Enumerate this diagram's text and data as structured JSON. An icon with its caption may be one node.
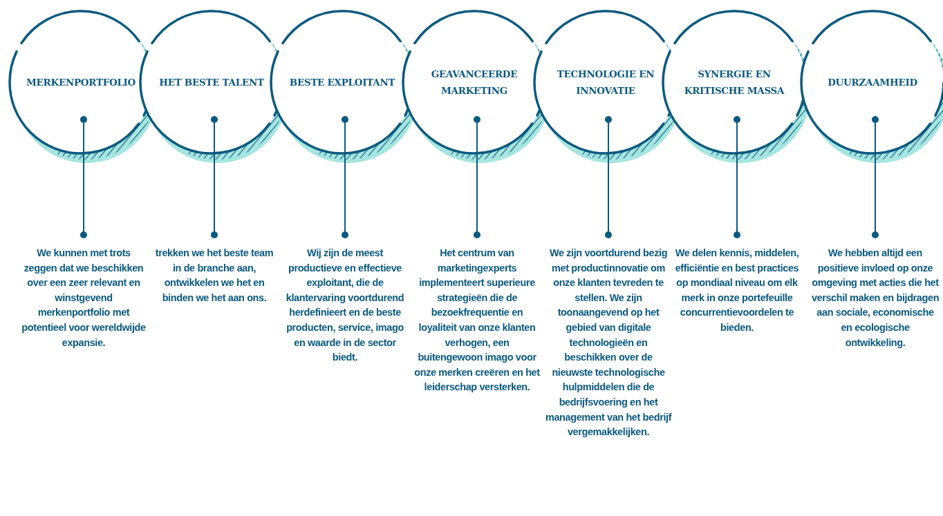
{
  "diagram": {
    "nodes": [
      {
        "text": [
          "MERKENPORTFOLIO"
        ]
      },
      {
        "text": [
          "HET BESTE TALENT"
        ]
      },
      {
        "text": [
          "BESTE EXPLOITANT"
        ]
      },
      {
        "text": [
          "GEAVANCEERDE MARKETING"
        ]
      },
      {
        "text": [
          "TECHNOLOGIE EN INNOVATIE"
        ]
      },
      {
        "text": [
          "SYNERGIE EN KRITISCHE MASSA"
        ]
      },
      {
        "text": [
          "DUURZAAMHEID"
        ]
      },
      {
        "text": [
          "We kunnen met trots zeggen dat we beschikken over een zeer relevant en winstgevend merkenportfolio met potentieel voor wereldwijde expansie."
        ]
      },
      {
        "text": [
          "trekken we het beste team in de branche aan, ontwikkelen we het en binden we het aan ons."
        ]
      },
      {
        "text": [
          "Wij zijn de meest productieve en effectieve exploitant, die de klantervaring voortdurend herdefinieert en de beste producten, service, imago en waarde in de sector biedt."
        ]
      },
      {
        "text": [
          "Het centrum van marketingexperts implementeert superieure strategieën die de bezoekfrequentie en loyaliteit van onze klanten verhogen, een buitengewoon imago voor onze merken creëren en het leiderschap versterken."
        ]
      },
      {
        "text": [
          "We zijn voortdurend bezig met productinnovatie om onze klanten tevreden te stellen. We zijn toonaangevend op het gebied van digitale technologieën en beschikken over de nieuwste technologische hulpmiddelen die de bedrijfsvoering en het management van het bedrijf vergemakkelijken."
        ]
      },
      {
        "text": [
          "We delen kennis, middelen, efficiëntie en best practices op mondiaal niveau om elk merk in onze portefeuille concurrentievoordelen te bieden."
        ]
      },
      {
        "text": [
          "We hebben altijd een positieve invloed op onze omgeving met acties die het verschil maken en bijdragen aan sociale, economische en ecologische ontwikkeling."
        ]
      }
    ],
    "edges": [
      {
        "from": 0,
        "to": 7,
        "arrow": "other"
      },
      {
        "from": 1,
        "to": 8,
        "arrow": "other"
      },
      {
        "from": 2,
        "to": 9,
        "arrow": "other"
      },
      {
        "from": 3,
        "to": 10,
        "arrow": "other"
      },
      {
        "from": 4,
        "to": 11,
        "arrow": "other"
      },
      {
        "from": 5,
        "to": 12,
        "arrow": "other"
      },
      {
        "from": 6,
        "to": 13,
        "arrow": "other"
      }
    ]
  }
}
